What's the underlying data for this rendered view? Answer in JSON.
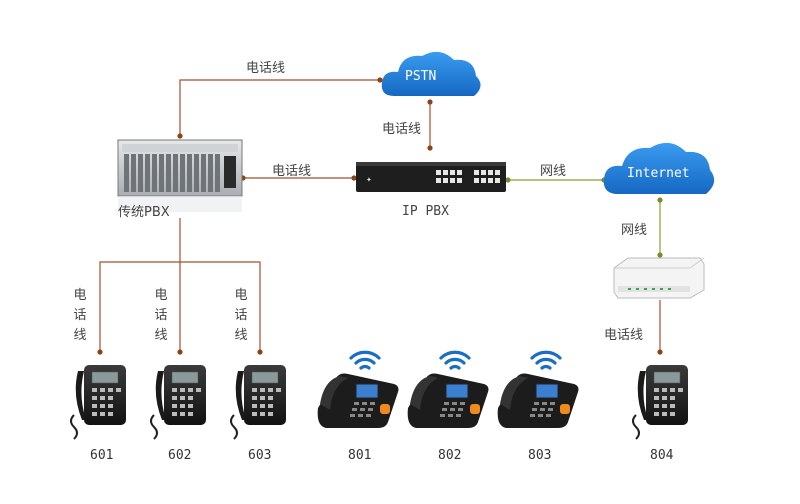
{
  "nodes": {
    "pstn": "PSTN",
    "internet": "Internet",
    "ip_pbx": "IP PBX",
    "legacy_pbx": "传统PBX"
  },
  "links": {
    "phone_line": "电话线",
    "network_line": "网线"
  },
  "extensions": {
    "e601": "601",
    "e602": "602",
    "e603": "603",
    "e801": "801",
    "e802": "802",
    "e803": "803",
    "e804": "804"
  },
  "colors": {
    "line_brown": "#a0522d",
    "line_olive": "#8f9a3c",
    "cloud_blue": "#1e7fd6",
    "dot_brown": "#8b4513",
    "dot_olive": "#7a8a2c",
    "wifi_blue": "#1a6fc4"
  }
}
